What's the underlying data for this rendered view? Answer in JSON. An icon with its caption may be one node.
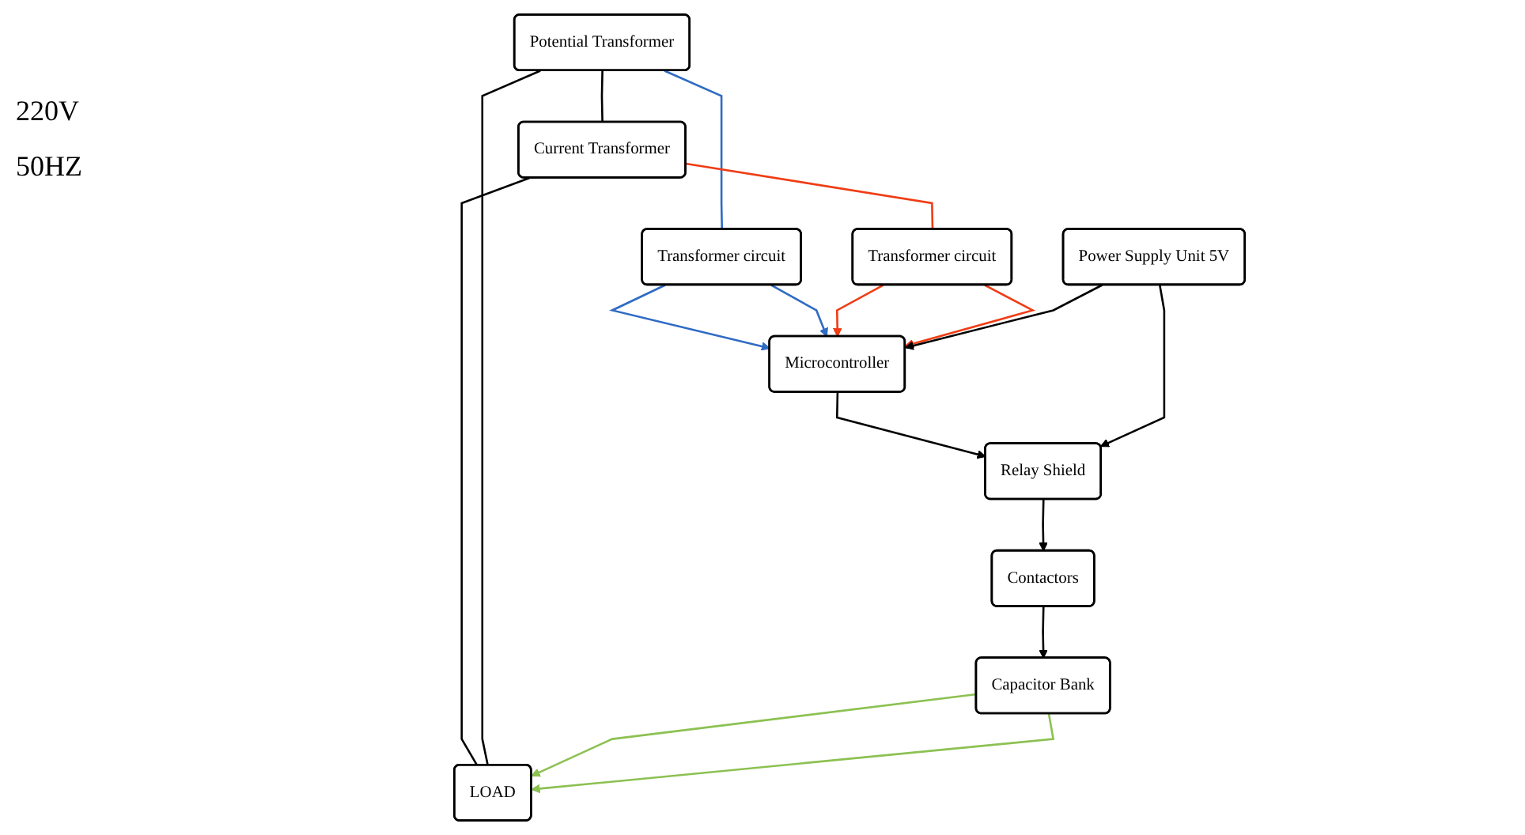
{
  "diagram": {
    "nodes": [
      {
        "text": [
          "Current Transformer"
        ]
      },
      {
        "text": [
          "Potential Transformer"
        ]
      },
      {
        "text": [
          "LOAD"
        ]
      },
      {
        "text": [
          "Power Supply Unit 5V"
        ]
      },
      {
        "text": [
          "Transformer circuit"
        ]
      },
      {
        "text": [
          "Transformer circuit"
        ]
      },
      {
        "text": [
          "Capacitor Bank"
        ]
      },
      {
        "text": [
          "Microcontroller"
        ]
      },
      {
        "text": [
          "Contactors"
        ]
      },
      {
        "text": [
          "Relay Shield"
        ]
      }
    ],
    "edges": [
      {
        "from": 1,
        "to": 0,
        "arrow": "none"
      },
      {
        "from": 0,
        "to": 2,
        "arrow": "none"
      },
      {
        "from": 1,
        "to": 2,
        "arrow": "none"
      },
      {
        "from": 1,
        "to": 4,
        "arrow": "none",
        "color": "#2f6bc4"
      },
      {
        "from": 0,
        "to": 5,
        "arrow": "none",
        "color": "#f03c14"
      },
      {
        "from": 4,
        "to": 7,
        "arrow": "to",
        "color": "#2f6bc4"
      },
      {
        "from": 4,
        "to": 7,
        "arrow": "to",
        "color": "#2f6bc4"
      },
      {
        "from": 5,
        "to": 7,
        "arrow": "to",
        "color": "#f03c14"
      },
      {
        "from": 5,
        "to": 7,
        "arrow": "to",
        "color": "#f03c14"
      },
      {
        "from": 6,
        "to": 2,
        "arrow": "to",
        "color": "#8cc152"
      },
      {
        "from": 6,
        "to": 2,
        "arrow": "to",
        "color": "#8cc152"
      },
      {
        "from": 8,
        "to": 6,
        "arrow": "to"
      },
      {
        "from": 9,
        "to": 8,
        "arrow": "to"
      },
      {
        "from": 7,
        "to": 9,
        "arrow": "to"
      },
      {
        "from": 3,
        "to": 7,
        "arrow": "to"
      },
      {
        "from": 3,
        "to": 9,
        "arrow": "to"
      }
    ],
    "labels": [
      "220V",
      "50HZ"
    ]
  }
}
